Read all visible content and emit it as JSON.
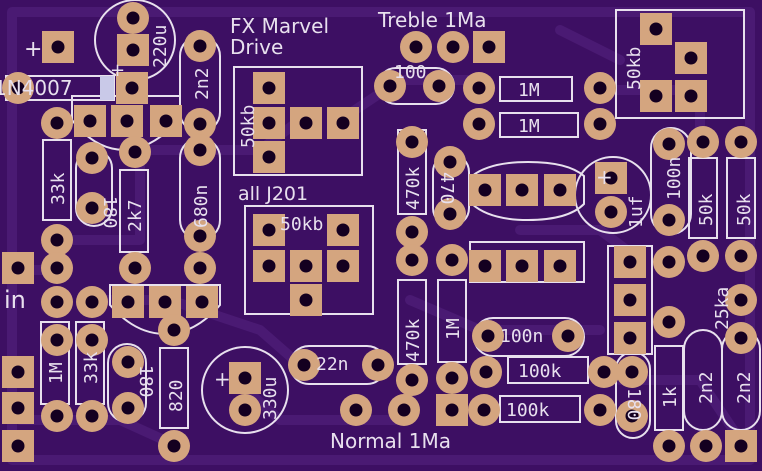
{
  "colors": {
    "board": "#3d0f63",
    "trace": "#4a1a73",
    "silkscreen": "#e8e0ee",
    "pad": "#d4a57f",
    "hole": "#140020",
    "highlight": "#c9c9e8"
  },
  "labels": {
    "title_line1": "FX Marvel",
    "title_line2": "Drive",
    "treble": "Treble 1Ma",
    "normal": "Normal 1Ma",
    "in": "in",
    "all_j201": "all J201",
    "diode": "1N4007",
    "plus": "+"
  },
  "components": [
    {
      "id": "c220u",
      "text": "220u"
    },
    {
      "id": "c2n2a",
      "text": "2n2"
    },
    {
      "id": "pot50kb_left",
      "text": "50kb"
    },
    {
      "id": "r100_top",
      "text": "100"
    },
    {
      "id": "r1m_a",
      "text": "1M"
    },
    {
      "id": "r1m_b",
      "text": "1M"
    },
    {
      "id": "pot50kb_right",
      "text": "50kb"
    },
    {
      "id": "r33k_a",
      "text": "33k"
    },
    {
      "id": "c180_a",
      "text": "180"
    },
    {
      "id": "r2k7",
      "text": "2k7"
    },
    {
      "id": "c680n",
      "text": "680n"
    },
    {
      "id": "r470k_a",
      "text": "470k"
    },
    {
      "id": "c470",
      "text": "470"
    },
    {
      "id": "c1uf",
      "text": "1uf"
    },
    {
      "id": "c100n_a",
      "text": "100n"
    },
    {
      "id": "r50k_a",
      "text": "50k"
    },
    {
      "id": "r50k_b",
      "text": "50k"
    },
    {
      "id": "pot50kb_mid",
      "text": "50kb"
    },
    {
      "id": "r470k_b",
      "text": "470k"
    },
    {
      "id": "r1m_c",
      "text": "1M"
    },
    {
      "id": "r1m_d",
      "text": "1M"
    },
    {
      "id": "r33k_b",
      "text": "33k"
    },
    {
      "id": "c180_b",
      "text": "180"
    },
    {
      "id": "r820",
      "text": "820"
    },
    {
      "id": "c330u",
      "text": "330u"
    },
    {
      "id": "c22n",
      "text": "22n"
    },
    {
      "id": "c100n_b",
      "text": "100n"
    },
    {
      "id": "r100k_a",
      "text": "100k"
    },
    {
      "id": "r100k_b",
      "text": "100k"
    },
    {
      "id": "c180_c",
      "text": "180"
    },
    {
      "id": "r1k",
      "text": "1k"
    },
    {
      "id": "pot25ka",
      "text": "25ka"
    },
    {
      "id": "c2n2b",
      "text": "2n2"
    },
    {
      "id": "c2n2c",
      "text": "2n2"
    }
  ]
}
